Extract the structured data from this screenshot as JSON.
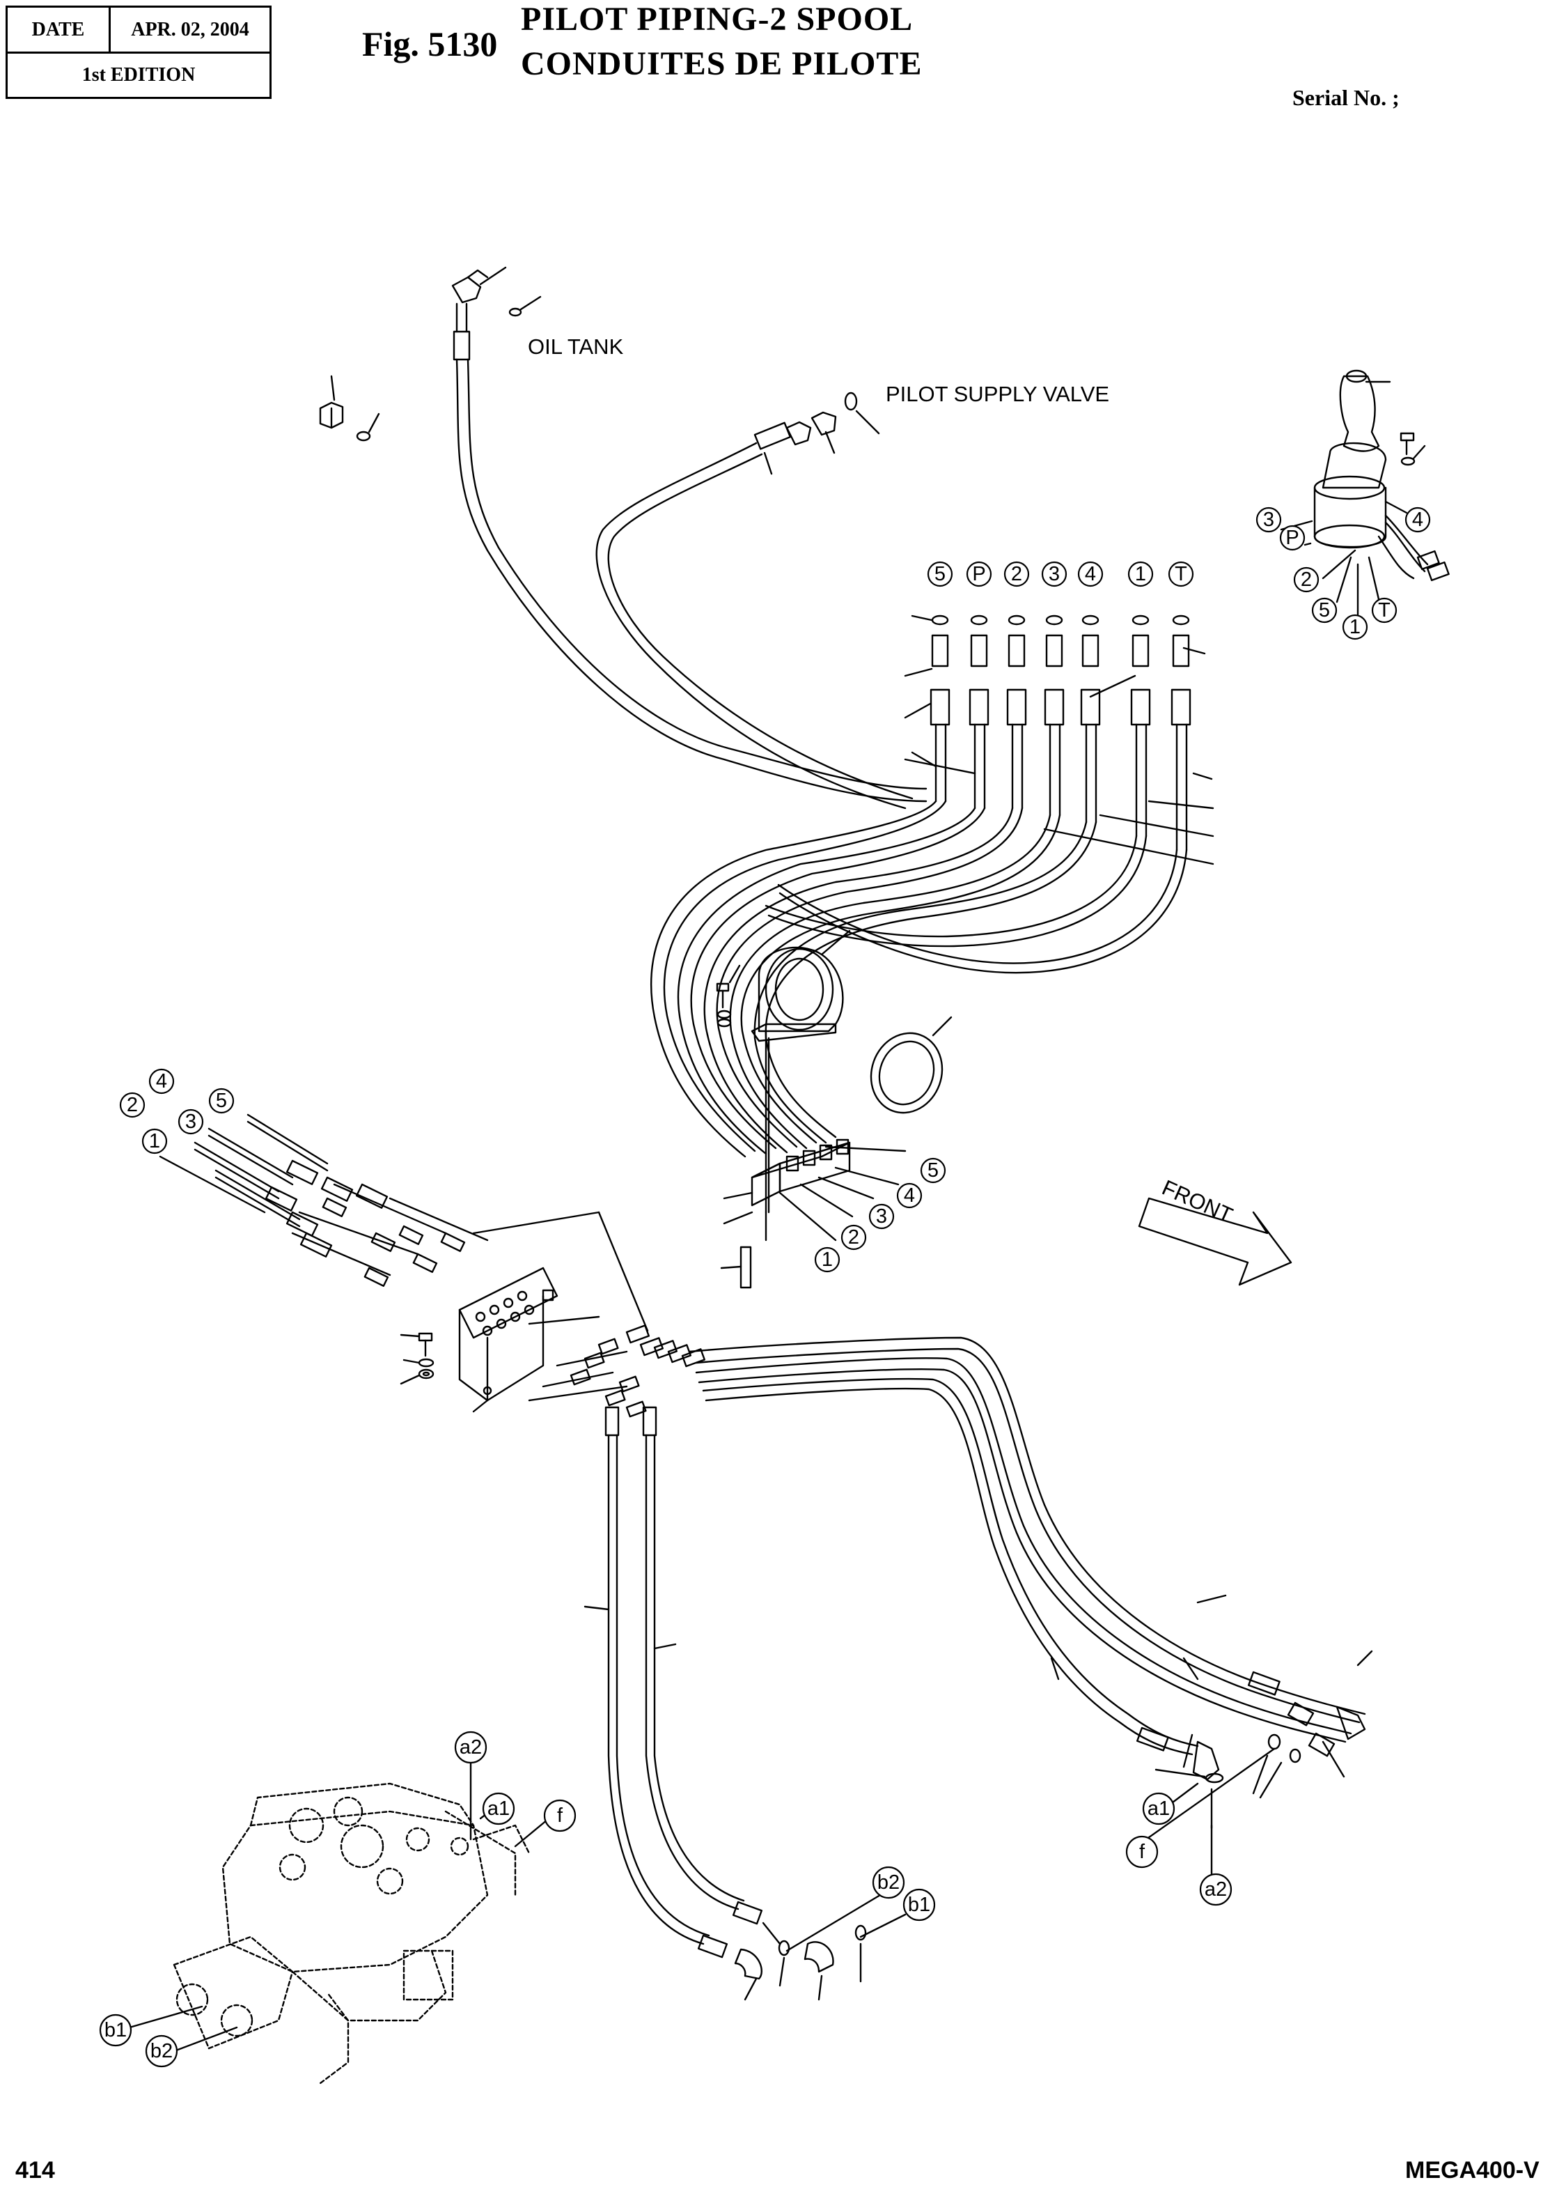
{
  "header": {
    "date_label": "DATE",
    "date_value": "APR. 02, 2004",
    "edition": "1st EDITION"
  },
  "figure": {
    "number": "Fig. 5130",
    "title_line1": "PILOT PIPING-2 SPOOL",
    "title_line2": "CONDUITES DE PILOTE",
    "serial": "Serial No. ;"
  },
  "labels": {
    "oil_tank": "OIL TANK",
    "pilot_supply_valve": "PILOT SUPPLY VALVE",
    "front": "FRONT"
  },
  "port_callouts_top": [
    "5",
    "P",
    "2",
    "3",
    "4",
    "1",
    "T"
  ],
  "joystick_callouts": [
    "3",
    "P",
    "4",
    "2",
    "5",
    "T",
    "1"
  ],
  "block_callouts": [
    "5",
    "4",
    "3",
    "2",
    "1"
  ],
  "left_hose_callouts": [
    "4",
    "5",
    "2",
    "3",
    "1"
  ],
  "valve_callouts": {
    "a2": "a2",
    "a1": "a1",
    "f": "f",
    "b1": "b1",
    "b2": "b2"
  },
  "footer": {
    "page": "414",
    "model": "MEGA400-V"
  }
}
